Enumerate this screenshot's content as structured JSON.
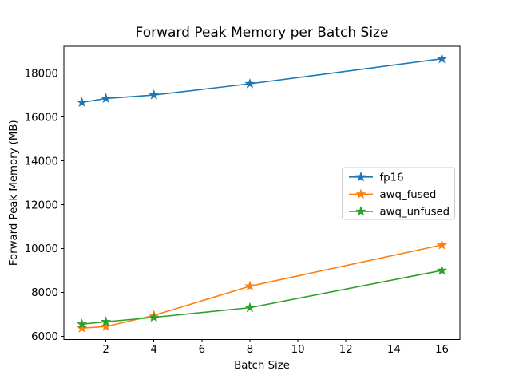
{
  "chart_data": {
    "type": "line",
    "title": "Forward Peak Memory per Batch Size",
    "xlabel": "Batch Size",
    "ylabel": "Forward Peak Memory (MB)",
    "x": [
      1,
      2,
      4,
      8,
      16
    ],
    "series": [
      {
        "name": "fp16",
        "color": "#1f77b4",
        "values": [
          16660,
          16840,
          17000,
          17510,
          18650
        ]
      },
      {
        "name": "awq_fused",
        "color": "#ff7f0e",
        "values": [
          6370,
          6440,
          6950,
          8280,
          10160
        ]
      },
      {
        "name": "awq_unfused",
        "color": "#2ca02c",
        "values": [
          6550,
          6660,
          6860,
          7300,
          9000
        ]
      }
    ],
    "marker": "star",
    "xticks": [
      2,
      4,
      6,
      8,
      10,
      12,
      14,
      16
    ],
    "yticks": [
      6000,
      8000,
      10000,
      12000,
      14000,
      16000,
      18000
    ],
    "xlim": [
      0.25,
      16.75
    ],
    "ylim": [
      5850,
      19220
    ],
    "grid": false,
    "legend": {
      "position": "center-right",
      "entries": [
        "fp16",
        "awq_fused",
        "awq_unfused"
      ]
    }
  }
}
